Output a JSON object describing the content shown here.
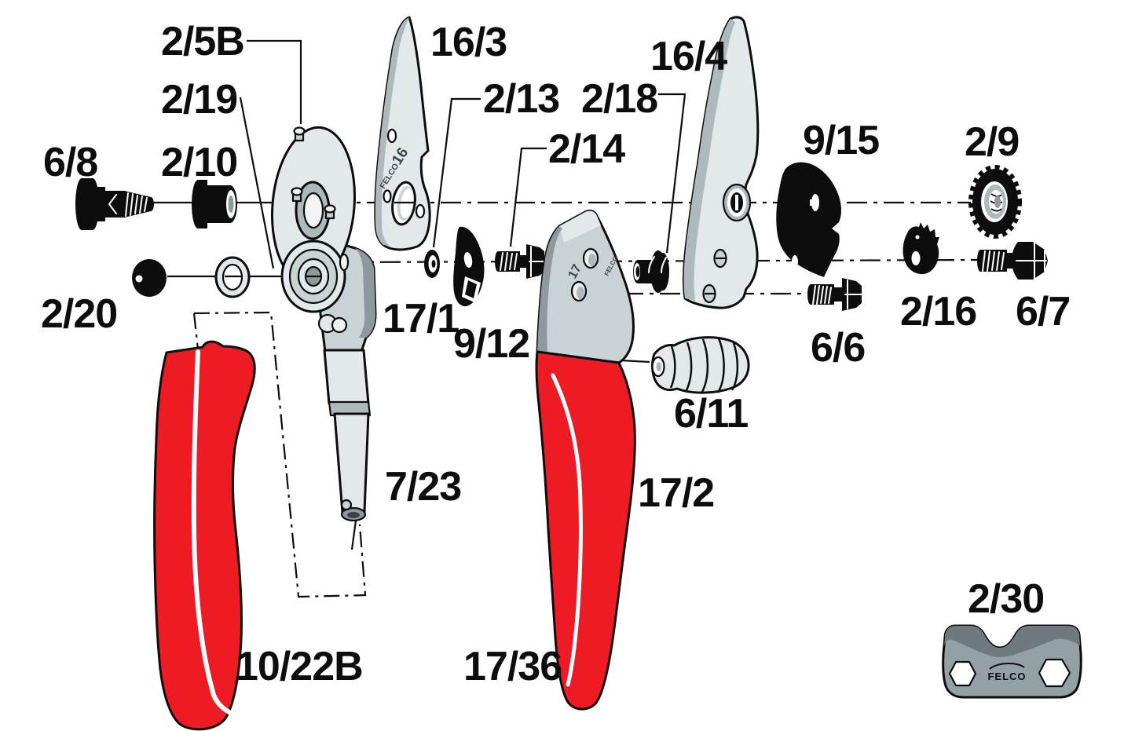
{
  "labels": [
    {
      "text": "2/5B"
    },
    {
      "text": "2/19"
    },
    {
      "text": "6/8"
    },
    {
      "text": "2/10"
    },
    {
      "text": "16/3"
    },
    {
      "text": "2/13"
    },
    {
      "text": "2/14"
    },
    {
      "text": "2/18"
    },
    {
      "text": "16/4"
    },
    {
      "text": "9/15"
    },
    {
      "text": "2/9"
    },
    {
      "text": "2/20"
    },
    {
      "text": "17/1"
    },
    {
      "text": "9/12"
    },
    {
      "text": "6/11"
    },
    {
      "text": "6/6"
    },
    {
      "text": "2/16"
    },
    {
      "text": "6/7"
    },
    {
      "text": "7/23"
    },
    {
      "text": "17/2"
    },
    {
      "text": "10/22B"
    },
    {
      "text": "17/36"
    },
    {
      "text": "2/30"
    }
  ],
  "stamps": {
    "blade_brand": "FELCO",
    "blade_model": "16",
    "lever_number": "17",
    "lever_brand": "FELCO",
    "wrench_brand": "FELCO"
  },
  "colors": {
    "handle_red": "#ec1b24",
    "metal_light": "#e3e9ea",
    "metal_shade": "#aeb9bb",
    "part_black": "#0d0d0d",
    "wrench_gray": "#94a1a4",
    "background": "#ffffff"
  }
}
